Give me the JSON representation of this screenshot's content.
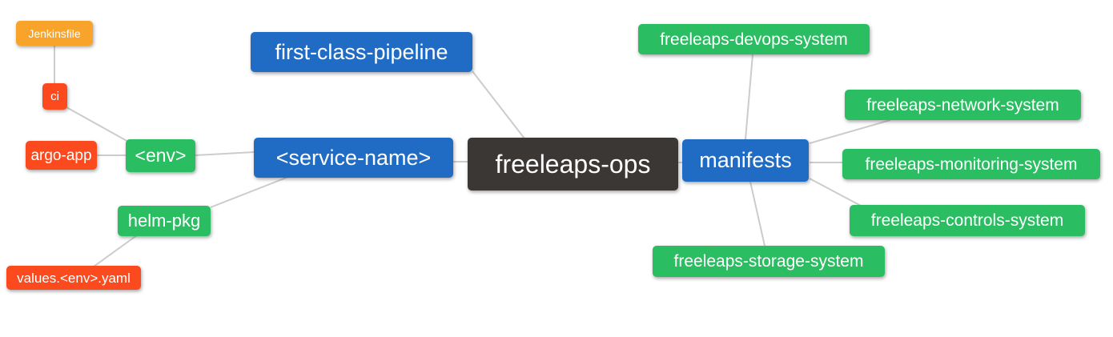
{
  "diagram": {
    "type": "mindmap",
    "palette": {
      "background": "#ffffff",
      "connector": "#cccccc",
      "text": "#ffffff",
      "root_bg": "#3a3735",
      "blue_bg": "#206bc4",
      "green_bg": "#2abd62",
      "red_bg": "#fb4a1d",
      "amber_bg": "#f8a42a"
    },
    "nodes": {
      "freeleaps_ops": {
        "label": "freeleaps-ops",
        "color": "root_bg"
      },
      "first_class_pipeline": {
        "label": "first-class-pipeline",
        "color": "blue_bg"
      },
      "service_name": {
        "label": "<service-name>",
        "color": "blue_bg"
      },
      "manifests": {
        "label": "manifests",
        "color": "blue_bg"
      },
      "env": {
        "label": "<env>",
        "color": "green_bg"
      },
      "helm_pkg": {
        "label": "helm-pkg",
        "color": "green_bg"
      },
      "ci": {
        "label": "ci",
        "color": "red_bg"
      },
      "argo_app": {
        "label": "argo-app",
        "color": "red_bg"
      },
      "jenkinsfile": {
        "label": "Jenkinsfile",
        "color": "amber_bg"
      },
      "values_env_yaml": {
        "label": "values.<env>.yaml",
        "color": "red_bg"
      },
      "devops_system": {
        "label": "freeleaps-devops-system",
        "color": "green_bg"
      },
      "network_system": {
        "label": "freeleaps-network-system",
        "color": "green_bg"
      },
      "monitoring_system": {
        "label": "freeleaps-monitoring-system",
        "color": "green_bg"
      },
      "controls_system": {
        "label": "freeleaps-controls-system",
        "color": "green_bg"
      },
      "storage_system": {
        "label": "freeleaps-storage-system",
        "color": "green_bg"
      }
    },
    "edges": [
      {
        "from": "jenkinsfile",
        "to": "ci"
      },
      {
        "from": "ci",
        "to": "env"
      },
      {
        "from": "argo_app",
        "to": "env"
      },
      {
        "from": "env",
        "to": "service_name"
      },
      {
        "from": "helm_pkg",
        "to": "service_name"
      },
      {
        "from": "values_env_yaml",
        "to": "helm_pkg"
      },
      {
        "from": "first_class_pipeline",
        "to": "freeleaps_ops"
      },
      {
        "from": "service_name",
        "to": "freeleaps_ops"
      },
      {
        "from": "freeleaps_ops",
        "to": "manifests"
      },
      {
        "from": "manifests",
        "to": "devops_system"
      },
      {
        "from": "manifests",
        "to": "network_system"
      },
      {
        "from": "manifests",
        "to": "monitoring_system"
      },
      {
        "from": "manifests",
        "to": "controls_system"
      },
      {
        "from": "manifests",
        "to": "storage_system"
      }
    ]
  }
}
